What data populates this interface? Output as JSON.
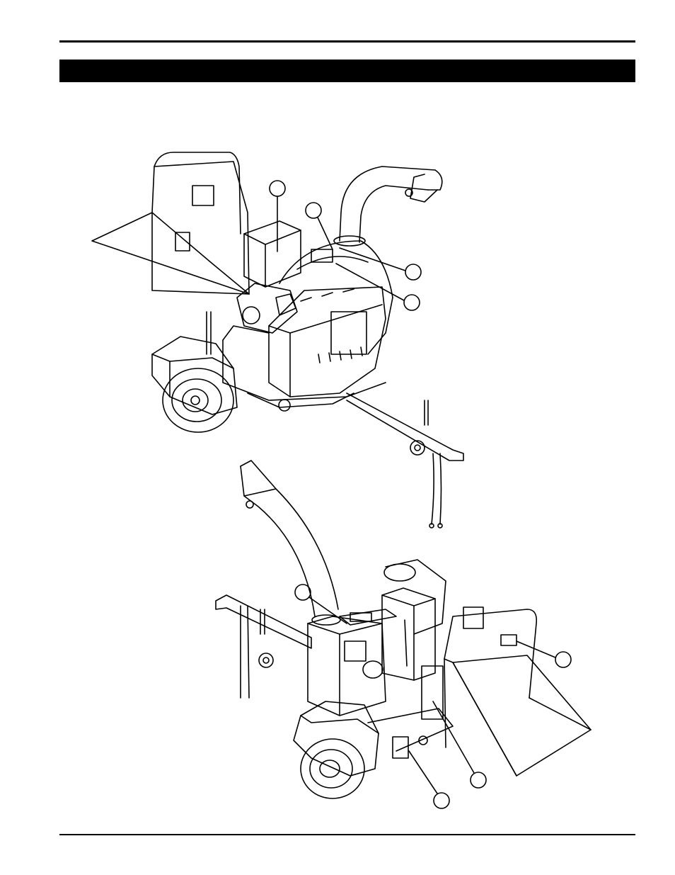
{
  "page": {
    "header_rule": true,
    "title_bar_text": "",
    "footer_rule": true
  },
  "figures": [
    {
      "name": "chipper-rear-view",
      "callouts": 4
    },
    {
      "name": "chipper-front-view",
      "callouts": 4
    }
  ]
}
